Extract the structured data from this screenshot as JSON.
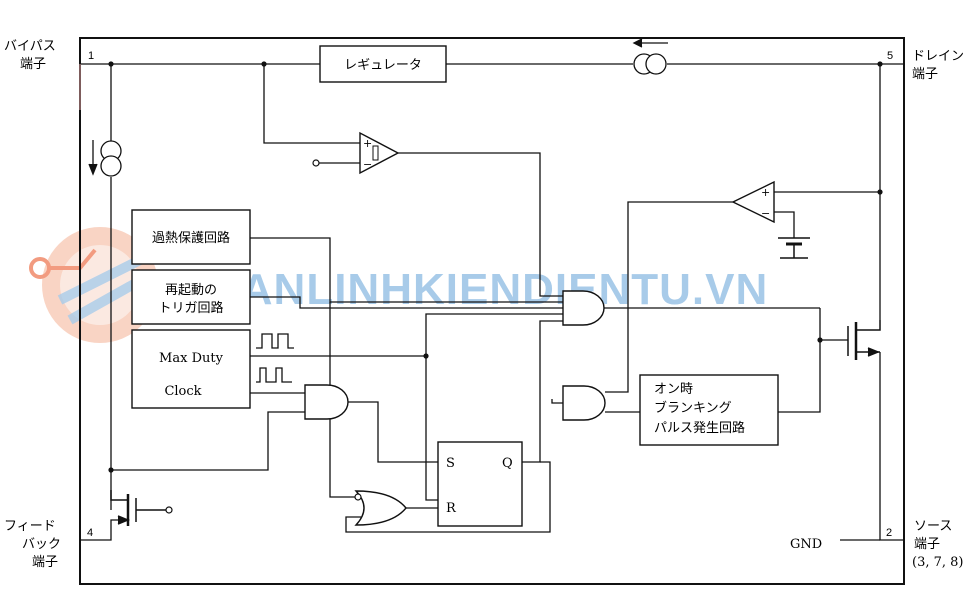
{
  "pins": {
    "bypass": {
      "line1": "バイパス",
      "line2": "端子",
      "number": "1"
    },
    "drain": {
      "line1": "ドレイン",
      "line2": "端子",
      "number": "5"
    },
    "feedback": {
      "line1": "フィード",
      "line2": "バック",
      "line3": "端子",
      "number": "4"
    },
    "source": {
      "line1": "ソース",
      "line2": "端子",
      "line3": "(3, 7, 8)",
      "number": "2"
    },
    "gnd": "GND"
  },
  "blocks": {
    "regulator": "レギュレータ",
    "thermal_protection": "過熱保護回路",
    "restart_trigger": {
      "line1": "再起動の",
      "line2": "トリガ回路"
    },
    "max_duty": "Max Duty",
    "clock": "Clock",
    "blanking": {
      "line1": "オン時",
      "line2": "ブランキング",
      "line3": "パルス発生回路"
    }
  },
  "latch": {
    "set": "S",
    "reset": "R",
    "output": "Q"
  },
  "comparator_signs": {
    "plus": "+",
    "minus": "−"
  },
  "watermark": {
    "text": "BANLINHKIENDIENTU.VN",
    "color": "#9ac3e6",
    "logo_color": "#f08a6a"
  },
  "colors": {
    "line": "#111111",
    "background": "#ffffff"
  }
}
